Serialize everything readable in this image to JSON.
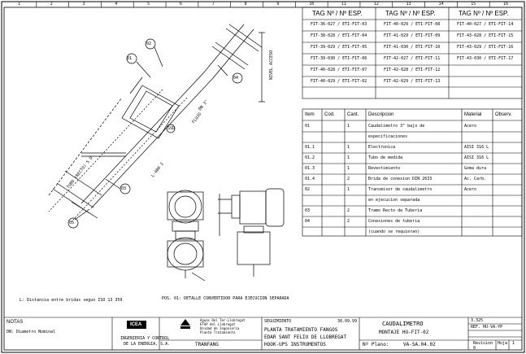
{
  "grid_numbers": [
    "1",
    "2",
    "3",
    "4",
    "5",
    "6",
    "7",
    "8",
    "9",
    "10",
    "11",
    "12",
    "13",
    "14",
    "15",
    "16"
  ],
  "tag_table": {
    "headers": [
      "TAG Nº / Nº ESP.",
      "TAG Nº / Nº ESP.",
      "TAG Nº / Nº ESP."
    ],
    "rows": [
      [
        "FIT-36-027 / ETI-FIT-03",
        "FIT-40-029 / ETI-FIT-08",
        "FIT-40-027 / ETI-FIT-14"
      ],
      [
        "FIT-38-028 / ETI-FIT-04",
        "FIT-41-029 / ETI-FIT-09",
        "FIT-43-028 / ETI-FIT-15"
      ],
      [
        "FIT-39-029 / ETI-FIT-05",
        "FIT-41-030 / ETI-FIT-10",
        "FIT-43-029 / ETI-FIT-16"
      ],
      [
        "FIT-39-030 / ETI-FIT-06",
        "FIT-42-027 / ETI-FIT-11",
        "FIT-43-030 / ETI-FIT-17"
      ],
      [
        "FIT-40-028 / ETI-FIT-07",
        "FIT-42-028 / ETI-FIT-12",
        ""
      ],
      [
        "FIT-40-029 / ETI-FIT-02",
        "FIT-42-029 / ETI-FIT-13",
        ""
      ]
    ]
  },
  "materials": {
    "headers": [
      "Item",
      "Cod.",
      "Cant.",
      "Descripcion",
      "Material",
      "Observ."
    ],
    "rows": [
      [
        "01",
        "",
        "1",
        "Caudalimetro 3\" bajo de",
        "Acero",
        ""
      ],
      [
        "",
        "",
        "",
        "especificaciones",
        "",
        ""
      ],
      [
        "01.1",
        "",
        "1",
        "Electronica",
        "AISI 316 L",
        ""
      ],
      [
        "01.2",
        "",
        "1",
        "Tubo de medida",
        "AISI 316 L",
        ""
      ],
      [
        "01.3",
        "",
        "1",
        "Revestimiento",
        "Goma dura",
        ""
      ],
      [
        "01.4",
        "",
        "2",
        "Brida de conexion DIN 2633",
        "Ac. Carb.",
        ""
      ],
      [
        "02",
        "",
        "1",
        "Transmisor de caudalimetro",
        "Acero",
        ""
      ],
      [
        "",
        "",
        "",
        "en ejecucion separada",
        "",
        ""
      ],
      [
        "03",
        "",
        "2",
        "Tramo Recto de Tuberia",
        "",
        ""
      ],
      [
        "04",
        "",
        "2",
        "Conexiones de tuberia",
        "",
        ""
      ],
      [
        "",
        "",
        "",
        "(cuando se requieran)",
        "",
        ""
      ]
    ]
  },
  "drawing": {
    "callouts": [
      "01",
      "02",
      "03",
      "04",
      "05"
    ],
    "labels": {
      "ssd": "SSD",
      "dn_label": "DN 3\"",
      "long_label": "TUBO (RECTO) 5 D",
      "short_label": "L-400 I",
      "flow": "FLUJO",
      "vertical_dim": "NIVEL ACCESO"
    },
    "note_left": "L: Distancia entre bridas segun ISO 13 359",
    "note_right": "POS. 01: DETALLE CONVERTIDOR PARA EJECUCION SEPARADA"
  },
  "title_block": {
    "notes_title": "NOTAS",
    "notes_line": "DN: Diametro Nominal",
    "company_logo": "ICEA",
    "company_name_1": "INGENIERIA Y CONTROL",
    "company_name_2": "DE LA ENERGIA, S.A.",
    "client_lines": [
      "Aguas Del Ter-Llobregat",
      "ETAP del Llobregat",
      "Unidad de Ingenieria",
      "Planta Tratamiento"
    ],
    "client_signature": "TRANFANG",
    "project_code": "SEGUIMIENTO",
    "date": "30.09.99",
    "project_line1": "PLANTA TRATAMIENTO FANGOS",
    "project_line2": "EDAR SANT FELIU DE LLOBREGAT",
    "project_line3": "HOOK-UPS INSTRUMENTOS",
    "drawing_title": "CAUDALIMETRO",
    "drawing_subtitle": "MONTAJE HU-FIT-02",
    "plano_label": "Nº Plano:",
    "plano_number": "VA-SA.04.02",
    "right_codes": [
      "3.325",
      "REF. HU-VA-YP"
    ],
    "revision_label": "Revision",
    "hoja_label": "Hoja",
    "hoja_value": "1",
    "rev_value": "0"
  }
}
